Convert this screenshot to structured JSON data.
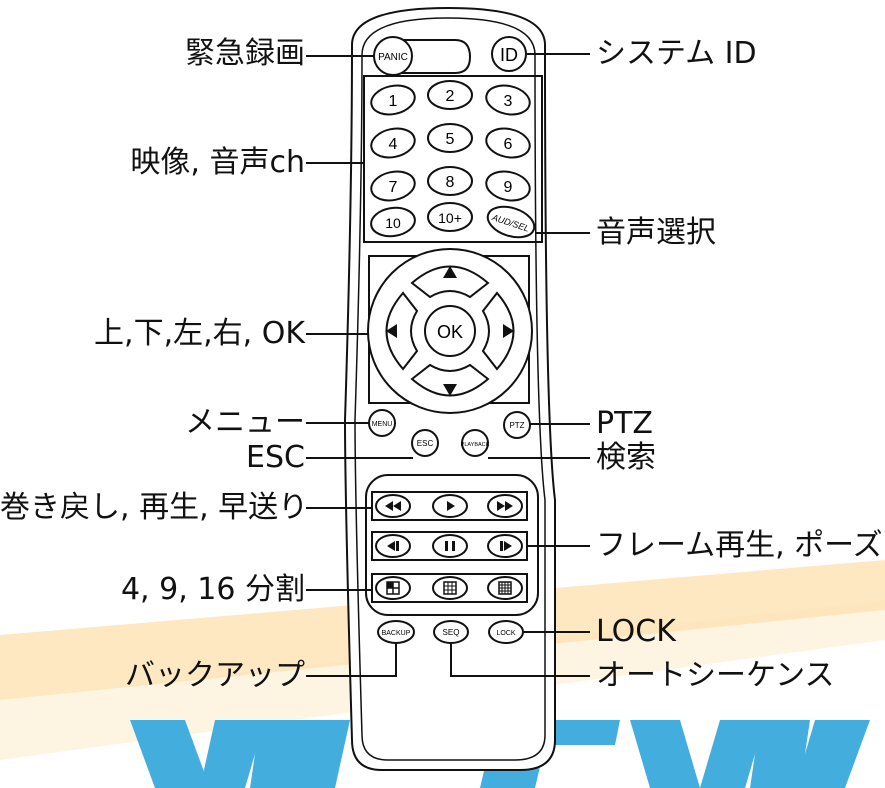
{
  "callouts_left": [
    {
      "id": "panic",
      "text": "緊急録画"
    },
    {
      "id": "video-audio-ch",
      "text": "映像, 音声ch"
    },
    {
      "id": "direction",
      "text": "上,下,左,右, OK"
    },
    {
      "id": "menu",
      "text": "メニュー"
    },
    {
      "id": "esc",
      "text": "ESC"
    },
    {
      "id": "rewind-play-ff",
      "text": "巻き戻し, 再生, 早送り"
    },
    {
      "id": "split",
      "text": "4, 9, 16 分割"
    },
    {
      "id": "backup",
      "text": "バックアップ"
    }
  ],
  "callouts_right": [
    {
      "id": "system-id",
      "text": "システム ID"
    },
    {
      "id": "audio-select",
      "text": "音声選択"
    },
    {
      "id": "ptz",
      "text": "PTZ"
    },
    {
      "id": "search",
      "text": "検索"
    },
    {
      "id": "frame-pause",
      "text": "フレーム再生, ポーズ"
    },
    {
      "id": "lock",
      "text": "LOCK"
    },
    {
      "id": "auto-sequence",
      "text": "オートシーケンス"
    }
  ],
  "remote": {
    "panic_label": "PANIC",
    "id_label": "ID",
    "digits": [
      "1",
      "2",
      "3",
      "4",
      "5",
      "6",
      "7",
      "8",
      "9",
      "10",
      "10+"
    ],
    "aud_sel_label": "AUD/SEL",
    "ok_label": "OK",
    "menu_label": "MENU",
    "ptz_label": "PTZ",
    "esc_label": "ESC",
    "playback_label": "PLAYBACK",
    "backup_label": "BACKUP",
    "seq_label": "SEQ",
    "lock_label": "LOCK"
  },
  "colors": {
    "watermark_blue": "#2aa3dc",
    "watermark_orange": "#f7b733",
    "line": "#111111"
  },
  "watermark": {
    "text": "WTW"
  }
}
